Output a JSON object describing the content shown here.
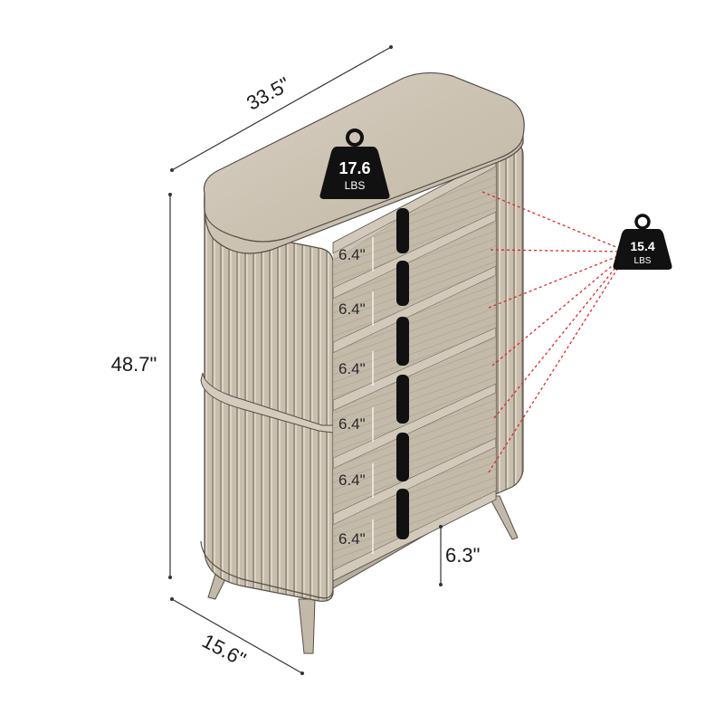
{
  "dimensions": {
    "width": "33.5\"",
    "height": "48.7\"",
    "depth": "15.6\"",
    "leg_height": "6.3\""
  },
  "shelf_heights": [
    "6.4\"",
    "6.4\"",
    "6.4\"",
    "6.4\"",
    "6.4\"",
    "6.4\""
  ],
  "top_load": {
    "value": "17.6",
    "unit": "LBS"
  },
  "shelf_load": {
    "value": "15.4",
    "unit": "LBS"
  },
  "colors": {
    "wood_light": "#cfc6b6",
    "wood_mid": "#b9ae9c",
    "wood_dark": "#8f8575",
    "outline": "#555048",
    "divider": "#111111",
    "weight_icon": "#111111",
    "leader_line": "#e0262b"
  },
  "icons": [
    "weight-icon",
    "weight-icon"
  ]
}
